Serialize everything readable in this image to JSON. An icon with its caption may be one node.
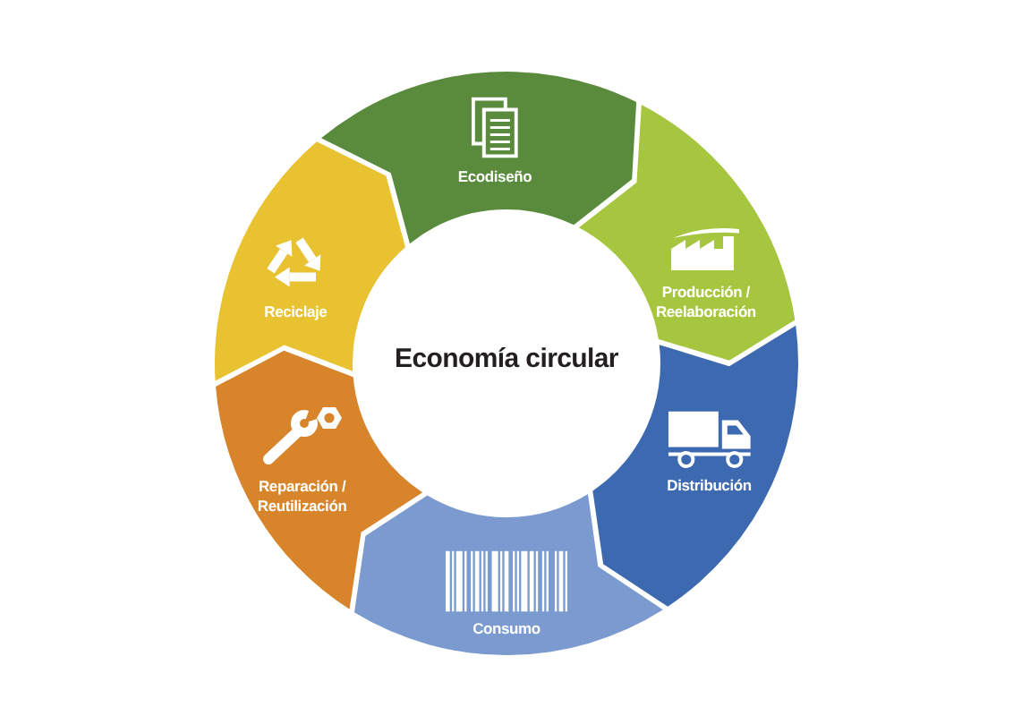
{
  "diagram": {
    "nodes": [
      {
        "text": [
          "Economía circular"
        ]
      },
      {
        "text": [
          "Ecodiseño"
        ]
      },
      {
        "text": [
          "Producción / Reelaboración"
        ]
      },
      {
        "text": [
          "Distribución"
        ]
      },
      {
        "text": [
          "Consumo"
        ]
      },
      {
        "text": [
          "Reparación / Reutilización"
        ]
      },
      {
        "text": [
          "Reciclaje"
        ]
      }
    ]
  }
}
